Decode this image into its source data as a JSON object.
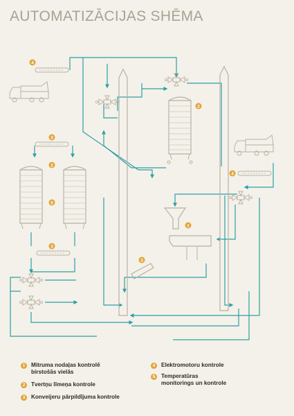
{
  "title": "AUTOMATIZĀCIJAS SHĒMA",
  "colors": {
    "background": "#f4f1ea",
    "flow_line": "#2a9fa5",
    "equipment_outline": "#b8b1a4",
    "badge": "#e1a53a",
    "title": "#a9a295",
    "legend_text": "#2d2b28"
  },
  "diagram_badges": [
    "4",
    "2",
    "3",
    "2",
    "5",
    "1",
    "3",
    "3",
    "4"
  ],
  "legend": [
    {
      "number": "1",
      "text": "Mitruma nodaļas kontrolē\nbirstošās vielās"
    },
    {
      "number": "2",
      "text": "Tvertņu līmeņa kontrole"
    },
    {
      "number": "3",
      "text": "Konveijeru pārpildījuma kontrole"
    },
    {
      "number": "4",
      "text": "Elektromotoru kontrole"
    },
    {
      "number": "5",
      "text": "Temperatūras\nmonitorings un kontrole"
    }
  ]
}
